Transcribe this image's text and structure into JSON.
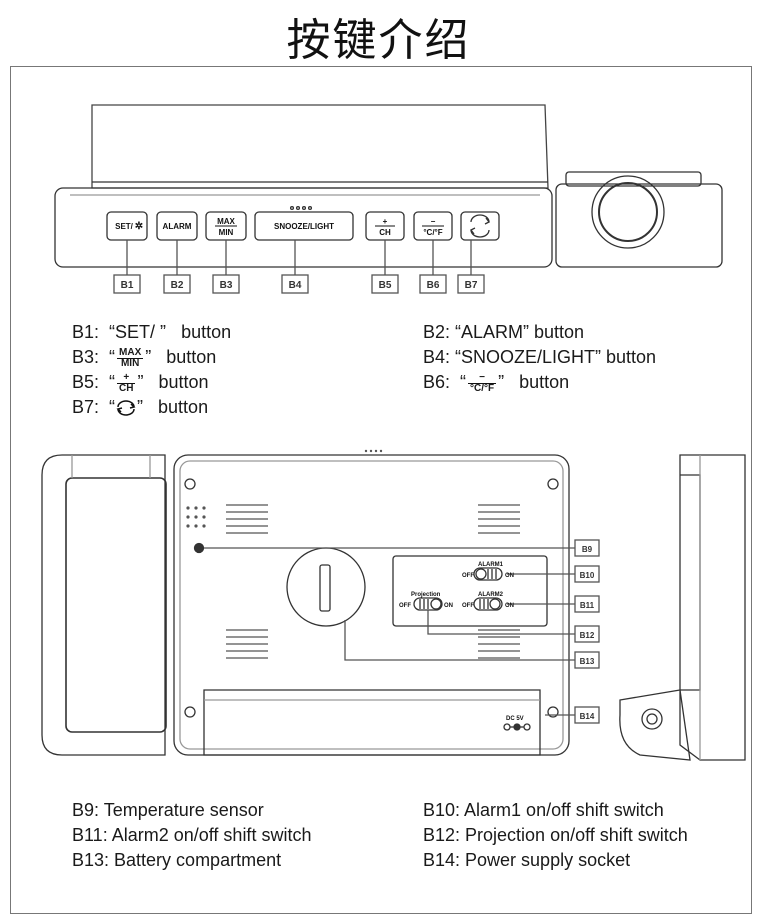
{
  "title": "按键介绍",
  "top_buttons": {
    "b1_label": "SET/",
    "b2_label": "ALARM",
    "b3_top": "MAX",
    "b3_bottom": "MIN",
    "b4_label": "SNOOZE/LIGHT",
    "b5_top": "+",
    "b5_bottom": "CH",
    "b6_top": "−",
    "b6_bottom": "°C/°F"
  },
  "callouts_top": [
    "B1",
    "B2",
    "B3",
    "B4",
    "B5",
    "B6",
    "B7"
  ],
  "callouts_back": [
    "B9",
    "B10",
    "B11",
    "B12",
    "B13",
    "B14"
  ],
  "back_panel": {
    "alarm1": "ALARM1",
    "alarm2": "ALARM2",
    "projection": "Projection",
    "off": "OFF",
    "on": "ON",
    "dc": "DC 5V"
  },
  "descriptions_top": {
    "b1_prefix": "B1:",
    "b1_text": "“SET/ ”",
    "b1_suffix": "button",
    "b2": "B2:  “ALARM”  button",
    "b3_prefix": "B3:",
    "b3_suffix": "button",
    "b4": "B4:  “SNOOZE/LIGHT”  button",
    "b5_prefix": "B5:",
    "b5_suffix": "button",
    "b6_prefix": "B6:",
    "b6_suffix": "button",
    "b7_prefix": "B7:",
    "b7_suffix": "button"
  },
  "descriptions_bottom": {
    "b9": "B9: Temperature sensor",
    "b10": "B10: Alarm1 on/off shift switch",
    "b11": "B11: Alarm2 on/off shift switch",
    "b12": "B12: Projection on/off shift switch",
    "b13": "B13: Battery compartment",
    "b14": "B14: Power supply socket"
  }
}
